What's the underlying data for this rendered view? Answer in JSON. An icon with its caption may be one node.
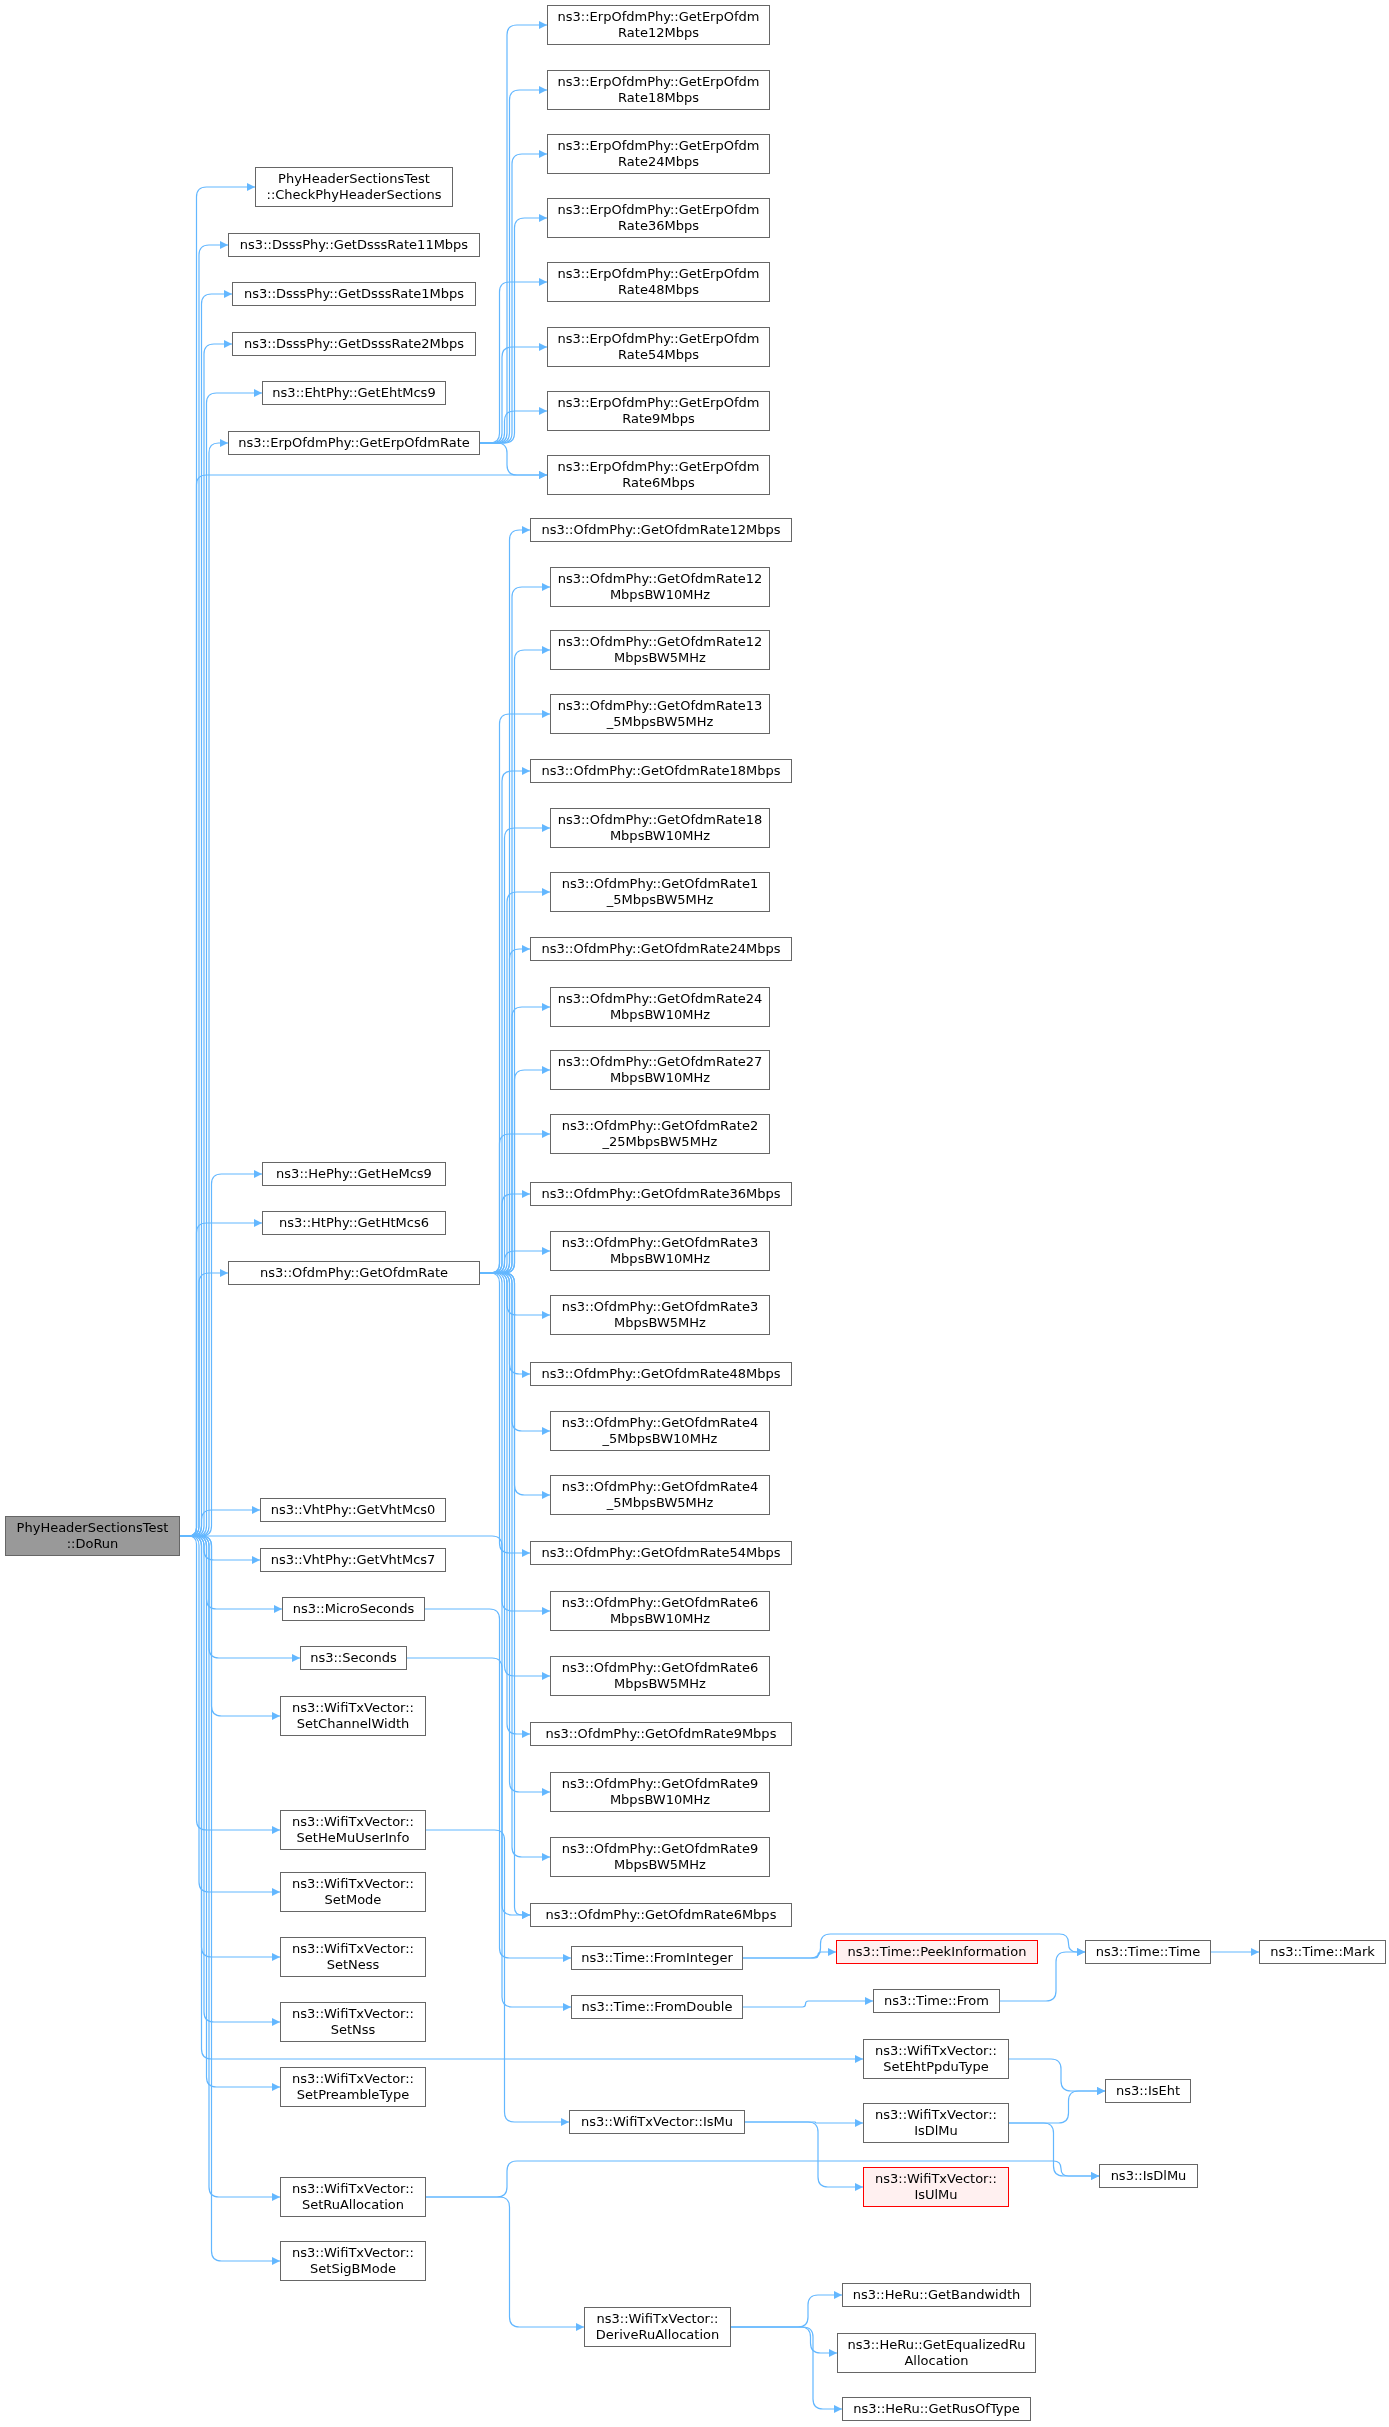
{
  "diagram": {
    "nodes": [
      {
        "text": [
          "PhyHeaderSectionsTest ::DoRun"
        ]
      },
      {
        "text": [
          "PhyHeaderSectionsTest ::CheckPhyHeaderSections"
        ]
      },
      {
        "text": [
          "ns3::DsssPhy::GetDsssRate11Mbps"
        ]
      },
      {
        "text": [
          "ns3::DsssPhy::GetDsssRate1Mbps"
        ]
      },
      {
        "text": [
          "ns3::DsssPhy::GetDsssRate2Mbps"
        ]
      },
      {
        "text": [
          "ns3::EhtPhy::GetEhtMcs9"
        ]
      },
      {
        "text": [
          "ns3::ErpOfdmPhy::GetErpOfdmRate"
        ]
      },
      {
        "text": [
          "ns3::HePhy::GetHeMcs9"
        ]
      },
      {
        "text": [
          "ns3::HtPhy::GetHtMcs6"
        ]
      },
      {
        "text": [
          "ns3::OfdmPhy::GetOfdmRate"
        ]
      },
      {
        "text": [
          "ns3::VhtPhy::GetVhtMcs0"
        ]
      },
      {
        "text": [
          "ns3::VhtPhy::GetVhtMcs7"
        ]
      },
      {
        "text": [
          "ns3::MicroSeconds"
        ]
      },
      {
        "text": [
          "ns3::Seconds"
        ]
      },
      {
        "text": [
          "ns3::WifiTxVector:: SetChannelWidth"
        ]
      },
      {
        "text": [
          "ns3::WifiTxVector:: SetHeMuUserInfo"
        ]
      },
      {
        "text": [
          "ns3::WifiTxVector:: SetMode"
        ]
      },
      {
        "text": [
          "ns3::WifiTxVector:: SetNess"
        ]
      },
      {
        "text": [
          "ns3::WifiTxVector:: SetNss"
        ]
      },
      {
        "text": [
          "ns3::WifiTxVector:: SetPreambleType"
        ]
      },
      {
        "text": [
          "ns3::WifiTxVector:: SetRuAllocation"
        ]
      },
      {
        "text": [
          "ns3::WifiTxVector:: SetSigBMode"
        ]
      },
      {
        "text": [
          "ns3::ErpOfdmPhy::GetErpOfdm Rate12Mbps"
        ]
      },
      {
        "text": [
          "ns3::ErpOfdmPhy::GetErpOfdm Rate18Mbps"
        ]
      },
      {
        "text": [
          "ns3::ErpOfdmPhy::GetErpOfdm Rate24Mbps"
        ]
      },
      {
        "text": [
          "ns3::ErpOfdmPhy::GetErpOfdm Rate36Mbps"
        ]
      },
      {
        "text": [
          "ns3::ErpOfdmPhy::GetErpOfdm Rate48Mbps"
        ]
      },
      {
        "text": [
          "ns3::ErpOfdmPhy::GetErpOfdm Rate54Mbps"
        ]
      },
      {
        "text": [
          "ns3::ErpOfdmPhy::GetErpOfdm Rate9Mbps"
        ]
      },
      {
        "text": [
          "ns3::ErpOfdmPhy::GetErpOfdm Rate6Mbps"
        ]
      },
      {
        "text": [
          "ns3::OfdmPhy::GetOfdmRate12Mbps"
        ]
      },
      {
        "text": [
          "ns3::OfdmPhy::GetOfdmRate12 MbpsBW10MHz"
        ]
      },
      {
        "text": [
          "ns3::OfdmPhy::GetOfdmRate12 MbpsBW5MHz"
        ]
      },
      {
        "text": [
          "ns3::OfdmPhy::GetOfdmRate13 _5MbpsBW5MHz"
        ]
      },
      {
        "text": [
          "ns3::OfdmPhy::GetOfdmRate18Mbps"
        ]
      },
      {
        "text": [
          "ns3::OfdmPhy::GetOfdmRate18 MbpsBW10MHz"
        ]
      },
      {
        "text": [
          "ns3::OfdmPhy::GetOfdmRate1 _5MbpsBW5MHz"
        ]
      },
      {
        "text": [
          "ns3::OfdmPhy::GetOfdmRate24Mbps"
        ]
      },
      {
        "text": [
          "ns3::OfdmPhy::GetOfdmRate24 MbpsBW10MHz"
        ]
      },
      {
        "text": [
          "ns3::OfdmPhy::GetOfdmRate27 MbpsBW10MHz"
        ]
      },
      {
        "text": [
          "ns3::OfdmPhy::GetOfdmRate2 _25MbpsBW5MHz"
        ]
      },
      {
        "text": [
          "ns3::OfdmPhy::GetOfdmRate36Mbps"
        ]
      },
      {
        "text": [
          "ns3::OfdmPhy::GetOfdmRate3 MbpsBW10MHz"
        ]
      },
      {
        "text": [
          "ns3::OfdmPhy::GetOfdmRate3 MbpsBW5MHz"
        ]
      },
      {
        "text": [
          "ns3::OfdmPhy::GetOfdmRate48Mbps"
        ]
      },
      {
        "text": [
          "ns3::OfdmPhy::GetOfdmRate4 _5MbpsBW10MHz"
        ]
      },
      {
        "text": [
          "ns3::OfdmPhy::GetOfdmRate4 _5MbpsBW5MHz"
        ]
      },
      {
        "text": [
          "ns3::OfdmPhy::GetOfdmRate54Mbps"
        ]
      },
      {
        "text": [
          "ns3::OfdmPhy::GetOfdmRate6 MbpsBW10MHz"
        ]
      },
      {
        "text": [
          "ns3::OfdmPhy::GetOfdmRate6 MbpsBW5MHz"
        ]
      },
      {
        "text": [
          "ns3::OfdmPhy::GetOfdmRate9Mbps"
        ]
      },
      {
        "text": [
          "ns3::OfdmPhy::GetOfdmRate9 MbpsBW10MHz"
        ]
      },
      {
        "text": [
          "ns3::OfdmPhy::GetOfdmRate9 MbpsBW5MHz"
        ]
      },
      {
        "text": [
          "ns3::OfdmPhy::GetOfdmRate6Mbps"
        ]
      },
      {
        "text": [
          "ns3::Time::FromInteger"
        ]
      },
      {
        "text": [
          "ns3::Time::FromDouble"
        ]
      },
      {
        "text": [
          "ns3::WifiTxVector::IsMu"
        ]
      },
      {
        "text": [
          "ns3::WifiTxVector:: DeriveRuAllocation"
        ]
      },
      {
        "text": [
          "ns3::Time::PeekInformation"
        ]
      },
      {
        "text": [
          "ns3::Time::From"
        ]
      },
      {
        "text": [
          "ns3::WifiTxVector:: SetEhtPpduType"
        ]
      },
      {
        "text": [
          "ns3::WifiTxVector:: IsDlMu"
        ]
      },
      {
        "text": [
          "ns3::WifiTxVector:: IsUlMu"
        ]
      },
      {
        "text": [
          "ns3::HeRu::GetBandwidth"
        ]
      },
      {
        "text": [
          "ns3::HeRu::GetEqualizedRu Allocation"
        ]
      },
      {
        "text": [
          "ns3::HeRu::GetRusOfType"
        ]
      },
      {
        "text": [
          "ns3::Time::Time"
        ]
      },
      {
        "text": [
          "ns3::IsEht"
        ]
      },
      {
        "text": [
          "ns3::IsDlMu"
        ]
      },
      {
        "text": [
          "ns3::Time::Mark"
        ]
      }
    ],
    "edges": [
      {
        "from": 0,
        "to": 1,
        "arrow": "to"
      },
      {
        "from": 0,
        "to": 2,
        "arrow": "to"
      },
      {
        "from": 0,
        "to": 3,
        "arrow": "to"
      },
      {
        "from": 0,
        "to": 4,
        "arrow": "to"
      },
      {
        "from": 0,
        "to": 5,
        "arrow": "to"
      },
      {
        "from": 0,
        "to": 6,
        "arrow": "to"
      },
      {
        "from": 0,
        "to": 7,
        "arrow": "to"
      },
      {
        "from": 0,
        "to": 8,
        "arrow": "to"
      },
      {
        "from": 0,
        "to": 9,
        "arrow": "to"
      },
      {
        "from": 0,
        "to": 10,
        "arrow": "to"
      },
      {
        "from": 0,
        "to": 11,
        "arrow": "to"
      },
      {
        "from": 0,
        "to": 12,
        "arrow": "to"
      },
      {
        "from": 0,
        "to": 13,
        "arrow": "to"
      },
      {
        "from": 0,
        "to": 14,
        "arrow": "to"
      },
      {
        "from": 0,
        "to": 15,
        "arrow": "to"
      },
      {
        "from": 0,
        "to": 16,
        "arrow": "to"
      },
      {
        "from": 0,
        "to": 17,
        "arrow": "to"
      },
      {
        "from": 0,
        "to": 18,
        "arrow": "to"
      },
      {
        "from": 0,
        "to": 19,
        "arrow": "to"
      },
      {
        "from": 0,
        "to": 20,
        "arrow": "to"
      },
      {
        "from": 0,
        "to": 21,
        "arrow": "to"
      },
      {
        "from": 0,
        "to": 29,
        "arrow": "to"
      },
      {
        "from": 0,
        "to": 53,
        "arrow": "to"
      },
      {
        "from": 0,
        "to": 60,
        "arrow": "to"
      },
      {
        "from": 6,
        "to": 22,
        "arrow": "to"
      },
      {
        "from": 6,
        "to": 23,
        "arrow": "to"
      },
      {
        "from": 6,
        "to": 24,
        "arrow": "to"
      },
      {
        "from": 6,
        "to": 25,
        "arrow": "to"
      },
      {
        "from": 6,
        "to": 26,
        "arrow": "to"
      },
      {
        "from": 6,
        "to": 27,
        "arrow": "to"
      },
      {
        "from": 6,
        "to": 28,
        "arrow": "to"
      },
      {
        "from": 6,
        "to": 29,
        "arrow": "to"
      },
      {
        "from": 9,
        "to": 30,
        "arrow": "to"
      },
      {
        "from": 9,
        "to": 31,
        "arrow": "to"
      },
      {
        "from": 9,
        "to": 32,
        "arrow": "to"
      },
      {
        "from": 9,
        "to": 33,
        "arrow": "to"
      },
      {
        "from": 9,
        "to": 34,
        "arrow": "to"
      },
      {
        "from": 9,
        "to": 35,
        "arrow": "to"
      },
      {
        "from": 9,
        "to": 36,
        "arrow": "to"
      },
      {
        "from": 9,
        "to": 37,
        "arrow": "to"
      },
      {
        "from": 9,
        "to": 38,
        "arrow": "to"
      },
      {
        "from": 9,
        "to": 39,
        "arrow": "to"
      },
      {
        "from": 9,
        "to": 40,
        "arrow": "to"
      },
      {
        "from": 9,
        "to": 41,
        "arrow": "to"
      },
      {
        "from": 9,
        "to": 42,
        "arrow": "to"
      },
      {
        "from": 9,
        "to": 43,
        "arrow": "to"
      },
      {
        "from": 9,
        "to": 44,
        "arrow": "to"
      },
      {
        "from": 9,
        "to": 45,
        "arrow": "to"
      },
      {
        "from": 9,
        "to": 46,
        "arrow": "to"
      },
      {
        "from": 9,
        "to": 47,
        "arrow": "to"
      },
      {
        "from": 9,
        "to": 48,
        "arrow": "to"
      },
      {
        "from": 9,
        "to": 49,
        "arrow": "to"
      },
      {
        "from": 9,
        "to": 50,
        "arrow": "to"
      },
      {
        "from": 9,
        "to": 51,
        "arrow": "to"
      },
      {
        "from": 9,
        "to": 52,
        "arrow": "to"
      },
      {
        "from": 9,
        "to": 53,
        "arrow": "to"
      },
      {
        "from": 12,
        "to": 54,
        "arrow": "to"
      },
      {
        "from": 13,
        "to": 55,
        "arrow": "to"
      },
      {
        "from": 15,
        "to": 56,
        "arrow": "to"
      },
      {
        "from": 20,
        "to": 68,
        "arrow": "to"
      },
      {
        "from": 20,
        "to": 57,
        "arrow": "to"
      },
      {
        "from": 54,
        "to": 58,
        "arrow": "to"
      },
      {
        "from": 54,
        "to": 66,
        "arrow": "to"
      },
      {
        "from": 55,
        "to": 59,
        "arrow": "to"
      },
      {
        "from": 59,
        "to": 66,
        "arrow": "to"
      },
      {
        "from": 66,
        "to": 69,
        "arrow": "to"
      },
      {
        "from": 60,
        "to": 67,
        "arrow": "to"
      },
      {
        "from": 56,
        "to": 61,
        "arrow": "to"
      },
      {
        "from": 56,
        "to": 62,
        "arrow": "to"
      },
      {
        "from": 61,
        "to": 67,
        "arrow": "to"
      },
      {
        "from": 61,
        "to": 68,
        "arrow": "to"
      },
      {
        "from": 57,
        "to": 63,
        "arrow": "to"
      },
      {
        "from": 57,
        "to": 64,
        "arrow": "to"
      },
      {
        "from": 57,
        "to": 65,
        "arrow": "to"
      }
    ]
  }
}
